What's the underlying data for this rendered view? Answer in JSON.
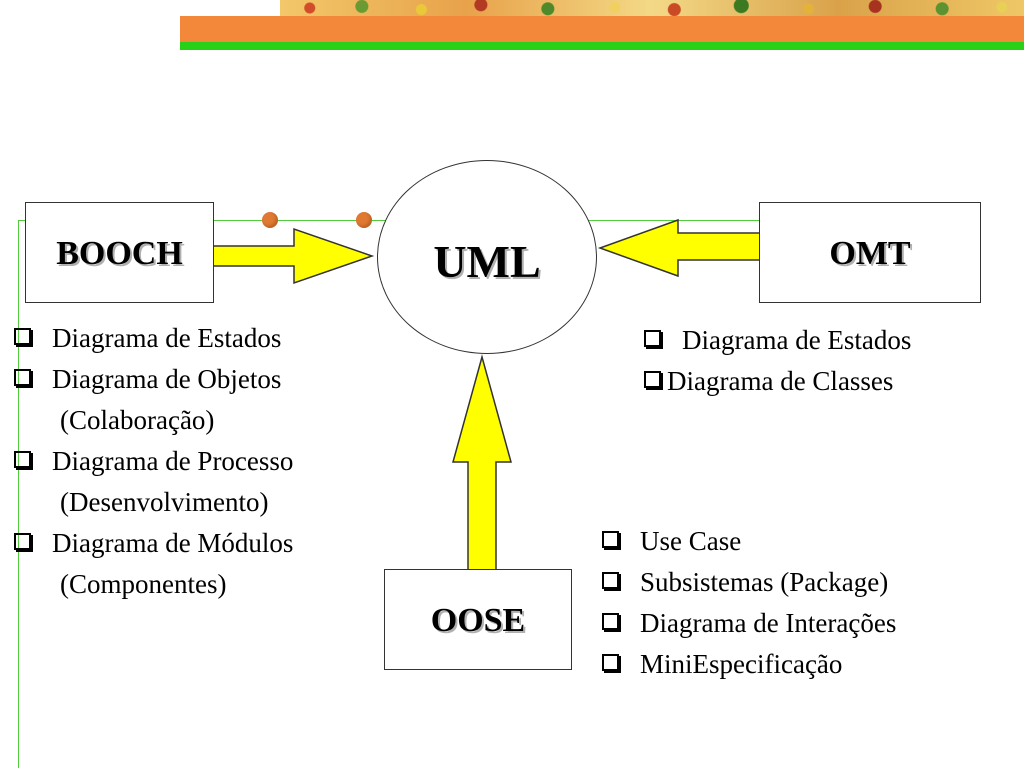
{
  "diagram": {
    "center": {
      "label": "UML"
    },
    "sources": {
      "booch": {
        "label": "BOOCH",
        "items": [
          {
            "text": "Diagrama de Estados",
            "cont": ""
          },
          {
            "text": "Diagrama de Objetos",
            "cont": "(Colaboração)"
          },
          {
            "text": "Diagrama de Processo",
            "cont": "(Desenvolvimento)"
          },
          {
            "text": "Diagrama de Módulos",
            "cont": "(Componentes)"
          }
        ]
      },
      "omt": {
        "label": "OMT",
        "items": [
          {
            "text": "Diagrama de Estados"
          },
          {
            "text": "Diagrama de Classes"
          }
        ]
      },
      "oose": {
        "label": "OOSE",
        "items": [
          {
            "text": "Use Case"
          },
          {
            "text": "Subsistemas (Package)"
          },
          {
            "text": "Diagrama de Interações"
          },
          {
            "text": "MiniEspecificação"
          }
        ]
      }
    },
    "colors": {
      "arrow_fill": "#ffff00",
      "accent_orange": "#f4883a",
      "accent_green": "#28d018",
      "guide_line": "#52cc3c",
      "dot": "#e07a33"
    }
  }
}
